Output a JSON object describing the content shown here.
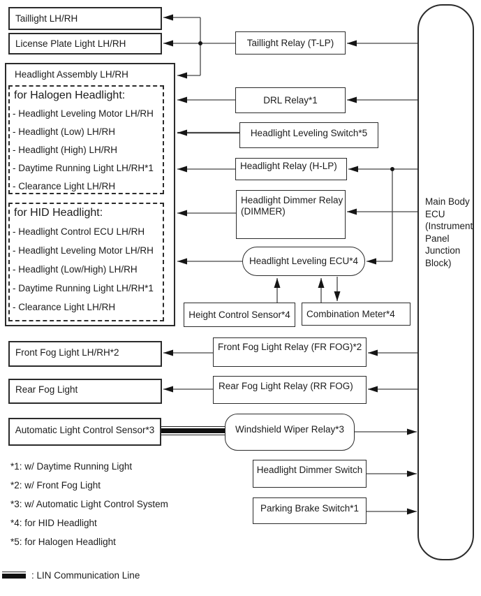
{
  "left": {
    "taillight": "Taillight LH/RH",
    "license_plate": "License Plate Light LH/RH",
    "front_fog": "Front Fog Light LH/RH*2",
    "rear_fog": "Rear Fog Light",
    "auto_light_sensor": "Automatic Light Control Sensor*3"
  },
  "assembly": {
    "title": "Headlight Assembly LH/RH",
    "halogen": {
      "title": "for Halogen Headlight:",
      "items": [
        "- Headlight Leveling Motor LH/RH",
        "- Headlight (Low) LH/RH",
        "- Headlight (High) LH/RH",
        "- Daytime Running Light LH/RH*1",
        "- Clearance Light LH/RH"
      ]
    },
    "hid": {
      "title": "for HID Headlight:",
      "items": [
        "- Headlight Control ECU LH/RH",
        "- Headlight Leveling Motor LH/RH",
        "- Headlight (Low/High) LH/RH",
        "- Daytime Running Light LH/RH*1",
        "- Clearance Light LH/RH"
      ]
    }
  },
  "middle": {
    "taillight_relay": "Taillight Relay (T-LP)",
    "drl_relay": "DRL Relay*1",
    "leveling_switch": "Headlight Leveling Switch*5",
    "headlight_relay": "Headlight Relay (H-LP)",
    "dimmer_relay": "Headlight Dimmer Relay\n(DIMMER)",
    "leveling_ecu": "Headlight Leveling ECU*4",
    "height_sensor": "Height Control Sensor*4",
    "combination_meter": "Combination Meter*4",
    "front_fog_relay": "Front Fog Light Relay (FR FOG)*2",
    "rear_fog_relay": "Rear Fog Light Relay (RR FOG)",
    "wiper_relay": "Windshield Wiper Relay*3",
    "dimmer_switch": "Headlight Dimmer Switch",
    "parking_brake_switch": "Parking Brake Switch*1"
  },
  "ecu": {
    "label": "Main Body ECU (Instrument Panel Junction Block)"
  },
  "notes": [
    "*1: w/ Daytime Running Light",
    "*2: w/ Front Fog Light",
    "*3: w/ Automatic Light Control System",
    "*4: for HID Headlight",
    "*5: for Halogen Headlight"
  ],
  "legend": {
    "label": ": LIN Communication Line",
    "swatch": "lin-communication-line"
  },
  "colors": {
    "line": "#454545",
    "arrow": "#151515",
    "border": "#2b2b2b",
    "background": "#ffffff"
  }
}
